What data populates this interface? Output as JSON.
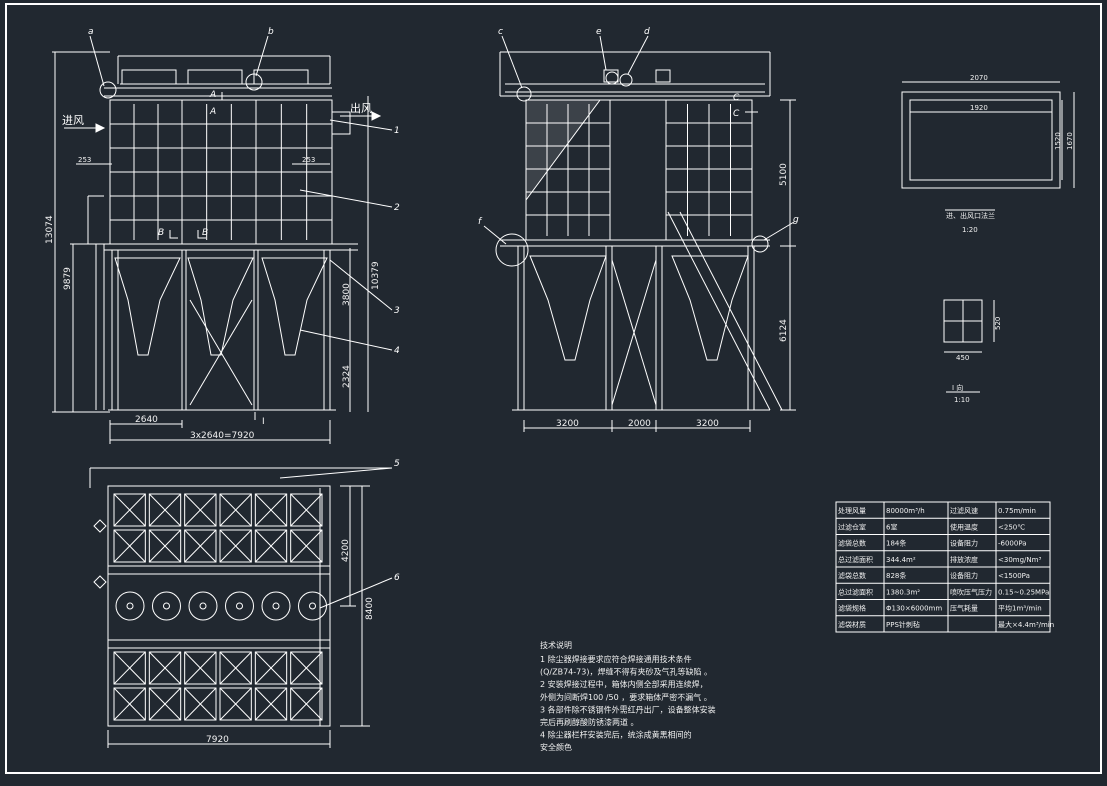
{
  "views": {
    "front": {
      "callouts": [
        "a",
        "b",
        "1",
        "2",
        "3",
        "4"
      ],
      "inlet_label": "进风",
      "outlet_label": "出风",
      "section_a": "A",
      "section_b": "B",
      "dim_253_left": "253",
      "dim_253_right": "253",
      "dim_overall_height": "13074",
      "dim_support_height": "9879",
      "dim_10379": "10379",
      "dim_3800": "3800",
      "dim_2324": "2324",
      "dim_2640": "2640",
      "dim_total_width": "3x2640=7920",
      "view_mark": "I"
    },
    "side": {
      "callouts": [
        "c",
        "e",
        "d",
        "f",
        "g"
      ],
      "section_c": "C",
      "dim_5100": "5100",
      "dim_6124": "6124",
      "dim_3200_left": "3200",
      "dim_2000": "2000",
      "dim_3200_right": "3200"
    },
    "plan": {
      "callouts": [
        "5",
        "6"
      ],
      "dim_4200": "4200",
      "dim_8400": "8400",
      "dim_7920": "7920"
    },
    "flange": {
      "dim_2070": "2070",
      "dim_1920": "1920",
      "dim_1520": "1520",
      "dim_1670": "1670",
      "title": "进、出风口法兰",
      "scale": "1:20"
    },
    "view_i": {
      "dim_450": "450",
      "dim_520": "520",
      "title": "I 向",
      "scale": "1:10"
    }
  },
  "spec_table": [
    [
      "处理风量",
      "80000m³/h",
      "过滤风速",
      "0.75m/min"
    ],
    [
      "过滤仓室",
      "6室",
      "使用温度",
      "<250℃"
    ],
    [
      "滤袋总数",
      "184条",
      "设备阻力",
      "-6000Pa"
    ],
    [
      "总过滤面积",
      "344.4m²",
      "排放浓度",
      "<30mg/Nm³"
    ],
    [
      "滤袋总数",
      "828条",
      "设备阻力",
      "<1500Pa"
    ],
    [
      "总过滤面积",
      "1380.3m²",
      "喷吹压气压力",
      "0.15~0.25MPa"
    ],
    [
      "滤袋规格",
      "Φ130×6000mm",
      "压气耗量",
      "平均1m³/min"
    ],
    [
      "滤袋材质",
      "PPS针刺毡",
      "",
      "最大×4.4m³/min"
    ]
  ],
  "notes": {
    "title": "技术说明",
    "lines": [
      "1   除尘器焊接要求应符合焊接通用技术条件",
      "     (Q/ZB74-73)，焊缝不得有夹砂及气孔等缺陷 。",
      "2   安装焊接过程中，箱体内侧全部采用连续焊，",
      "     外侧为间断焊100 /50 ，要求箱体严密不漏气 。",
      "3   各部件除不锈钢件外需红丹出厂，设备整体安装",
      "     完后再刷醇酸防锈漆两道 。",
      "4   除尘器栏杆安装完后，统涂成黄黑相间的",
      "     安全颜色"
    ]
  },
  "colors": {
    "background": "#212830",
    "line": "#ffffff",
    "border": "#ffffff"
  }
}
